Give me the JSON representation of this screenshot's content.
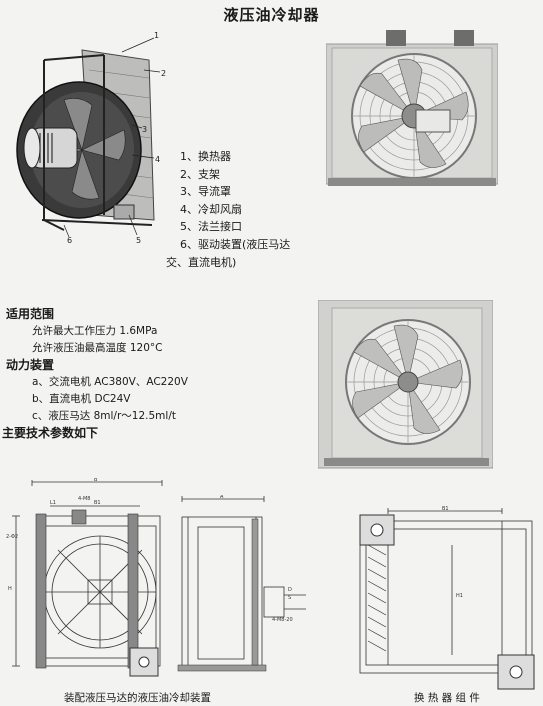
{
  "title": "液压油冷却器",
  "parts": [
    "1、换热器",
    "2、支架",
    "3、导流罩",
    "4、冷却风扇",
    "5、法兰接口",
    "6、驱动装置(液压马达",
    "交、直流电机)"
  ],
  "callouts": [
    "1",
    "2",
    "3",
    "4",
    "5",
    "6"
  ],
  "scope": {
    "heading": "适用范围",
    "items": [
      "允许最大工作压力 1.6MPa",
      "允许液压油最高温度 120°C"
    ]
  },
  "drive": {
    "heading": "动力装置",
    "items": [
      "a、交流电机 AC380V、AC220V",
      "b、直流电机 DC24V",
      "c、液压马达 8ml/r～12.5ml/t"
    ]
  },
  "params_heading": "主要技术参数如下",
  "captions": {
    "left": "装配液压马达的液压油冷却装置",
    "right": "换 热 器 组 件"
  },
  "dims": {
    "B": "B",
    "B1": "B1",
    "L1": "L1",
    "H": "H",
    "H1": "H1",
    "A": "A",
    "holes": "4-M8",
    "n": "2-Φ2",
    "D": "D",
    "S": "S",
    "pipe": "4-M8-20"
  }
}
